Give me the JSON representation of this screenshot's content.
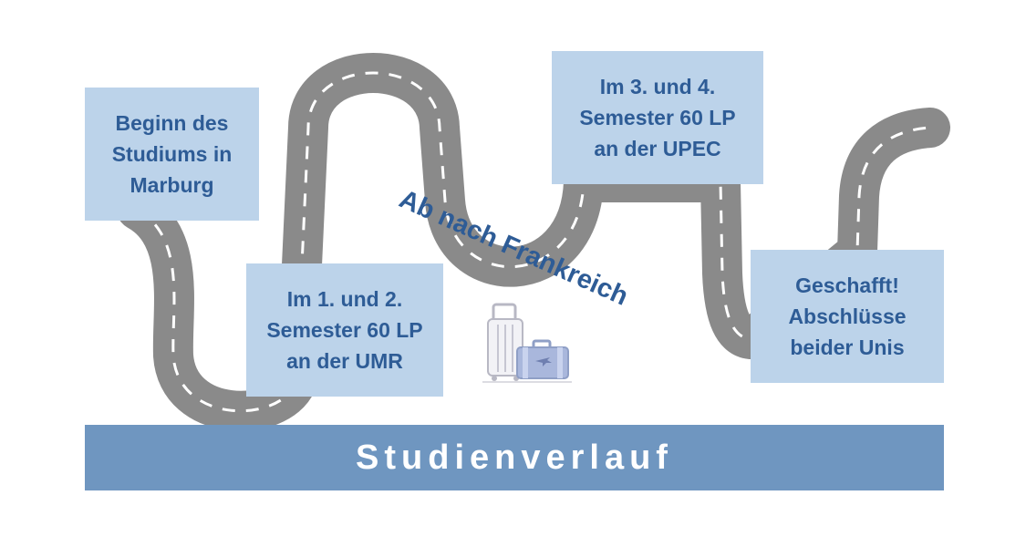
{
  "diagram": {
    "steps": [
      {
        "lines": [
          "Beginn des",
          "Studiums in",
          "Marburg"
        ]
      },
      {
        "lines": [
          "Im 1. und 2.",
          "Semester 60 LP",
          "an der UMR"
        ]
      },
      {
        "lines": [
          "Im 3. und 4.",
          "Semester 60 LP",
          "an der UPEC"
        ]
      },
      {
        "lines": [
          "Geschafft!",
          "Abschlüsse",
          "beider Unis"
        ]
      }
    ],
    "road_label": "Ab nach Frankreich",
    "banner_title": "Studienverlauf",
    "icons": {
      "luggage": "luggage-icon"
    },
    "colors": {
      "box_fill": "#bcd3ea",
      "box_text": "#2e5c96",
      "banner_fill": "#6f96c0",
      "banner_text": "#ffffff",
      "road": "#8a8a8a",
      "road_marking": "#ffffff"
    }
  }
}
